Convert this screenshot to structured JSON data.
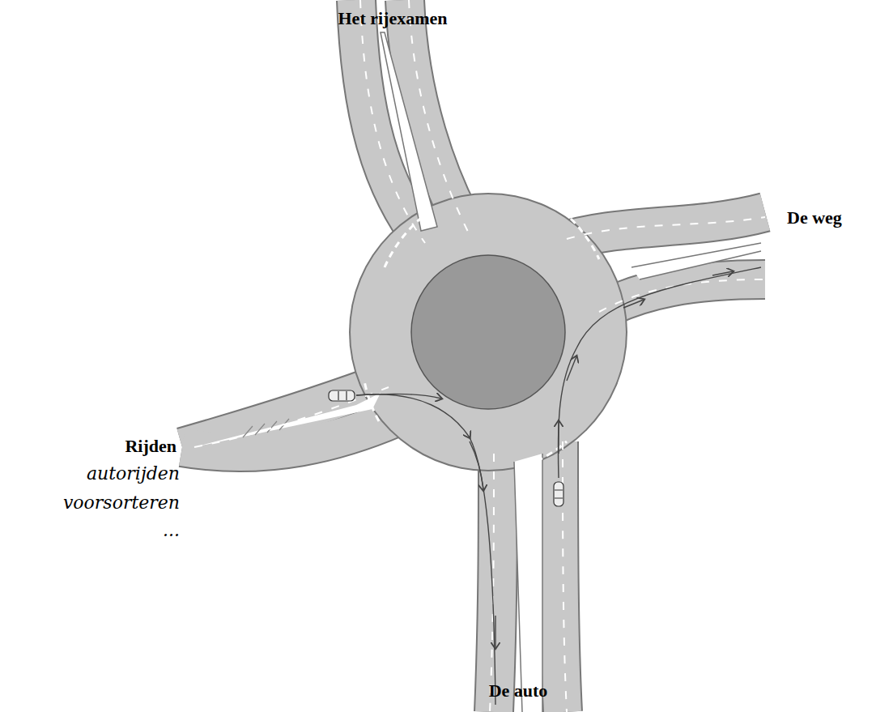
{
  "diagram": {
    "labels": [
      "Het rijexamen",
      "De weg",
      "Rijden",
      "autorijden",
      "voorsorteren",
      "...",
      "De auto"
    ]
  }
}
